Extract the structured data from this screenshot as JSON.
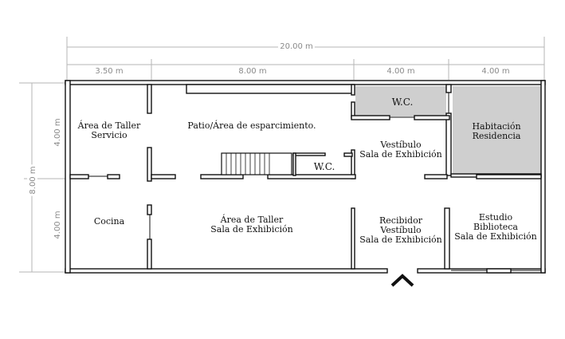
{
  "dimensions": {
    "total_width": "20.00 m",
    "segments": [
      "3.50 m",
      "8.00 m",
      "4.00 m",
      "4.00 m"
    ],
    "total_height": "8.00 m",
    "height_top": "4.00 m",
    "height_bottom": "4.00 m"
  },
  "rooms": {
    "taller_servicio": [
      "Área de Taller",
      "Servicio"
    ],
    "patio": "Patio/Área de esparcimiento.",
    "wc_top": "W.C.",
    "vestibulo_top": [
      "Vestíbulo",
      "Sala de Exhibición"
    ],
    "wc_middle": "W.C.",
    "habitacion": [
      "Habitación",
      "Residencia"
    ],
    "cocina": "Cocina",
    "taller_sala": [
      "Área de Taller",
      "Sala de Exhibición"
    ],
    "recibidor": [
      "Recibidor",
      "Vestíbulo",
      "Sala de Exhibición"
    ],
    "estudio": [
      "Estudio",
      "Biblioteca",
      "Sala de Exhibición"
    ]
  },
  "colors": {
    "wall": "#111111",
    "shaded_room": "#cfcfcf",
    "dimension_line": "#b5b5b5",
    "dimension_text": "#8a8a8a"
  },
  "icons": {
    "entrance": "chevron-up-icon"
  }
}
